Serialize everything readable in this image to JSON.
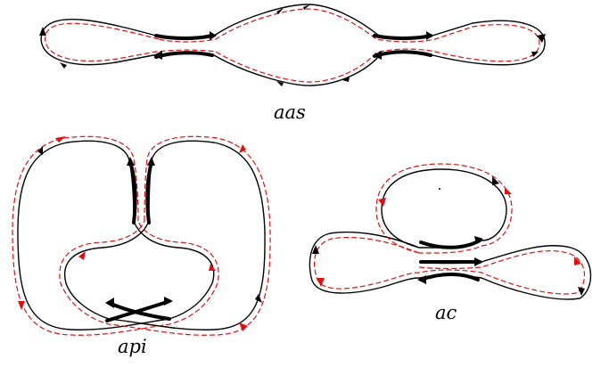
{
  "labels": {
    "aas": "aas",
    "api": "api",
    "ac": "ac"
  },
  "colors": {
    "solid_path": "#000000",
    "dashed_path": "#dd1111"
  }
}
